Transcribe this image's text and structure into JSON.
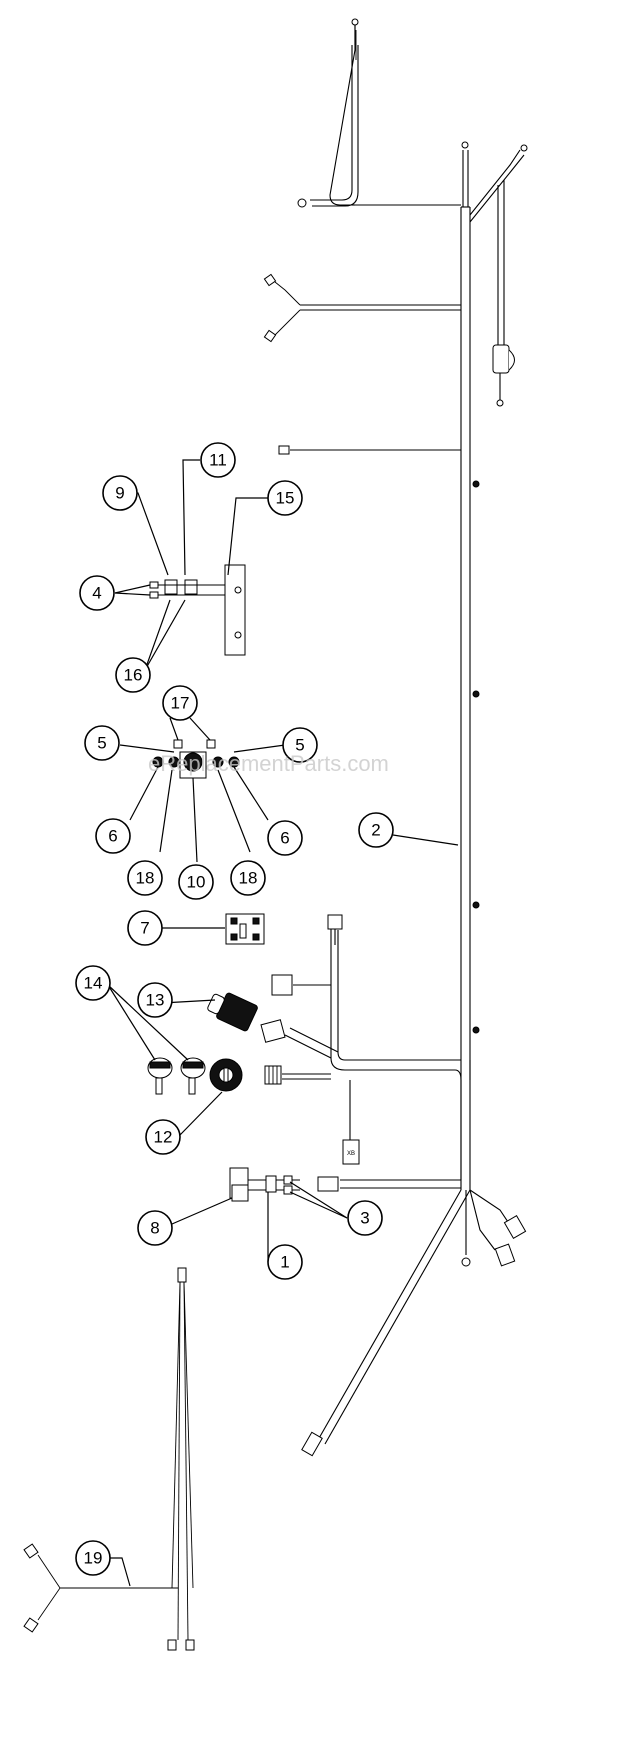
{
  "watermark": "eReplacementParts.com",
  "callouts": {
    "c1": "1",
    "c2": "2",
    "c3": "3",
    "c4": "4",
    "c5a": "5",
    "c5b": "5",
    "c6a": "6",
    "c6b": "6",
    "c7": "7",
    "c8": "8",
    "c9": "9",
    "c10": "10",
    "c11": "11",
    "c12": "12",
    "c13": "13",
    "c14": "14",
    "c15": "15",
    "c16": "16",
    "c17": "17",
    "c18a": "18",
    "c18b": "18",
    "c19": "19"
  },
  "labels": {
    "connector_tag": "XB"
  }
}
